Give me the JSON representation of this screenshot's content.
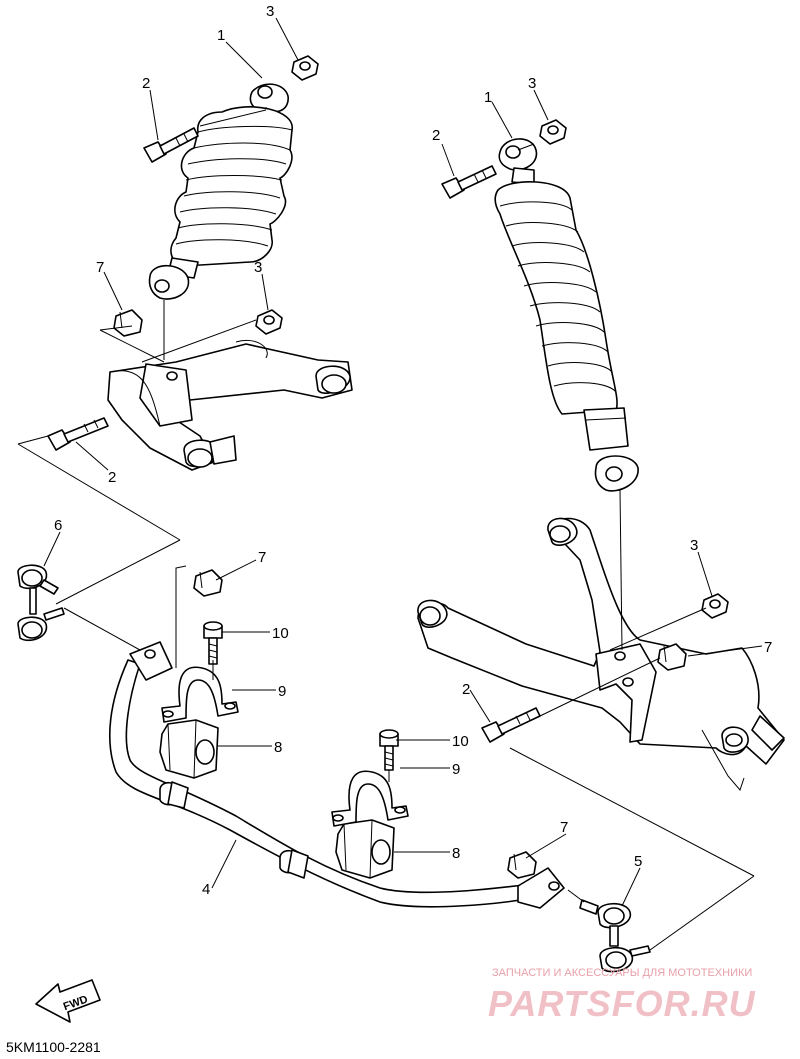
{
  "callouts": {
    "c1a": "1",
    "c1b": "1",
    "c2a": "2",
    "c2b": "2",
    "c2c": "2",
    "c3a": "3",
    "c3b": "3",
    "c3c": "3",
    "c3d": "3",
    "c4": "4",
    "c5": "5",
    "c6": "6",
    "c7a": "7",
    "c7b": "7",
    "c7c": "7",
    "c7d": "7",
    "c8a": "8",
    "c8b": "8",
    "c9a": "9",
    "c9b": "9",
    "c10a": "10",
    "c10b": "10"
  },
  "fwd_label": "FWD",
  "diagram_code": "5KM1100-2281",
  "watermark": {
    "subtitle": "ЗАПЧАСТИ И АКСЕССУАРЫ ДЛЯ МОТОТЕХНИКИ",
    "brand": "PARTSFOR.RU"
  }
}
